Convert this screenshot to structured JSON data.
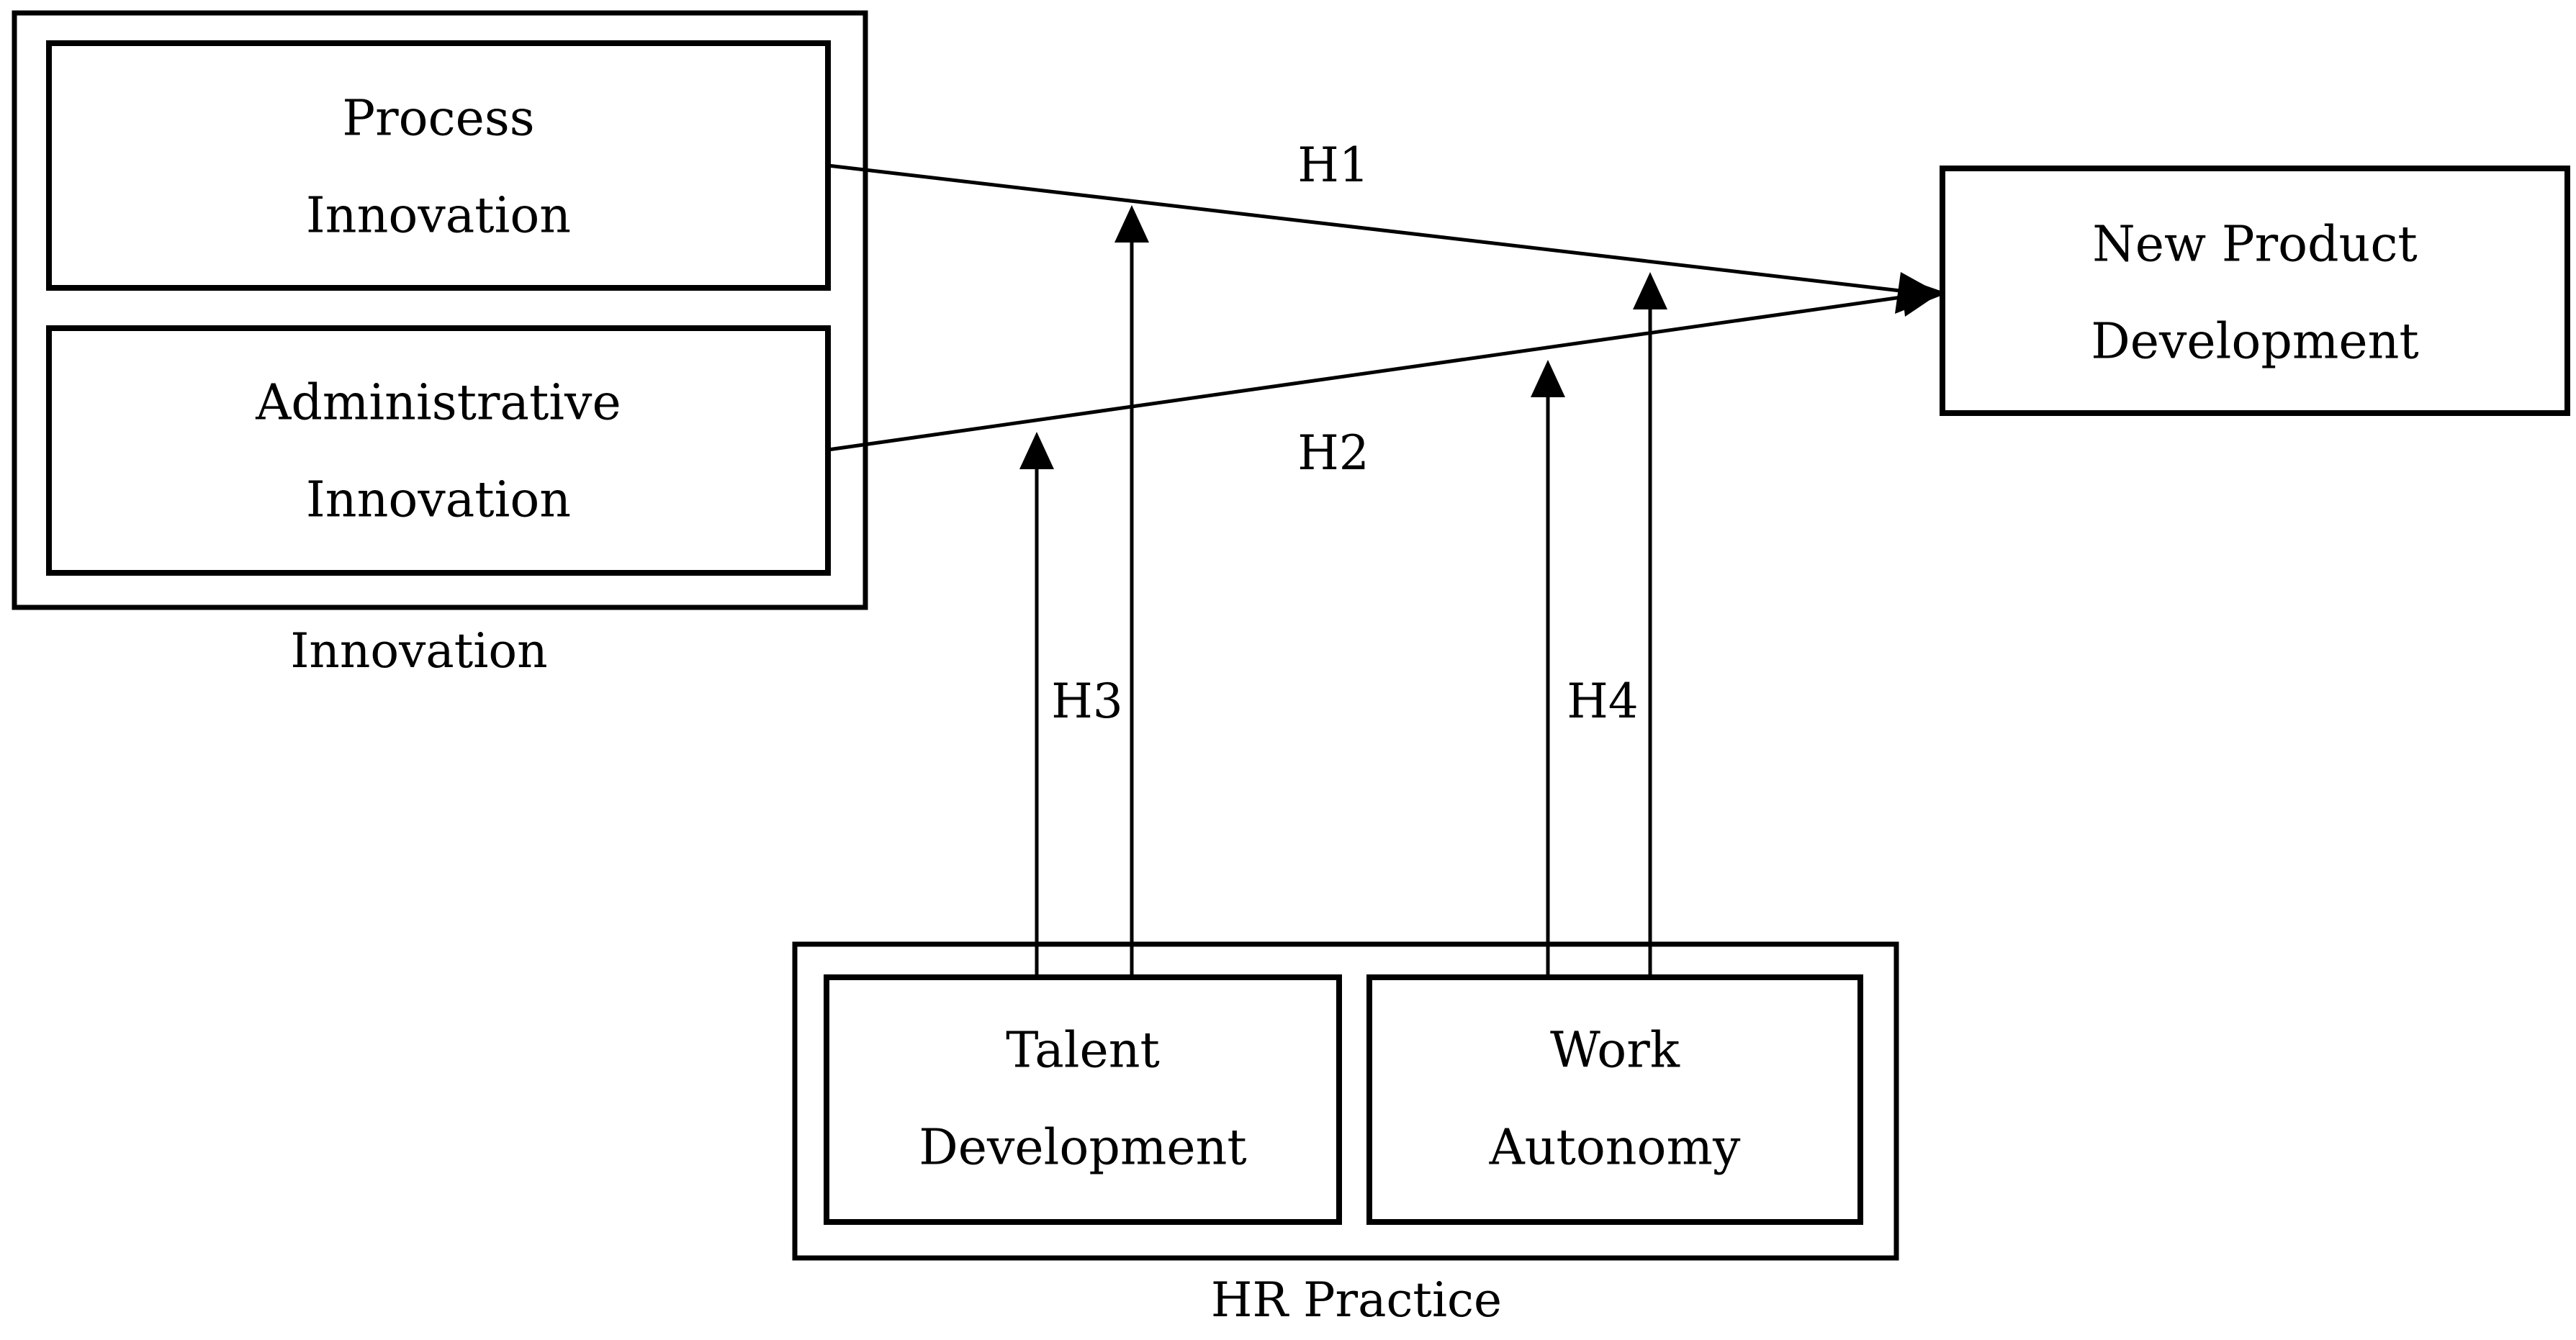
{
  "diagram": {
    "innovation_group": {
      "label": "Innovation",
      "process_innovation": {
        "line1": "Process",
        "line2": "Innovation"
      },
      "administrative_innovation": {
        "line1": "Administrative",
        "line2": "Innovation"
      }
    },
    "outcome": {
      "line1": "New Product",
      "line2": "Development"
    },
    "hr_group": {
      "label": "HR Practice",
      "talent_development": {
        "line1": "Talent",
        "line2": "Development"
      },
      "work_autonomy": {
        "line1": "Work",
        "line2": "Autonomy"
      }
    },
    "hypotheses": {
      "h1": "H1",
      "h2": "H2",
      "h3": "H3",
      "h4": "H4"
    },
    "colors": {
      "stroke": "#000000",
      "background": "#ffffff"
    }
  }
}
